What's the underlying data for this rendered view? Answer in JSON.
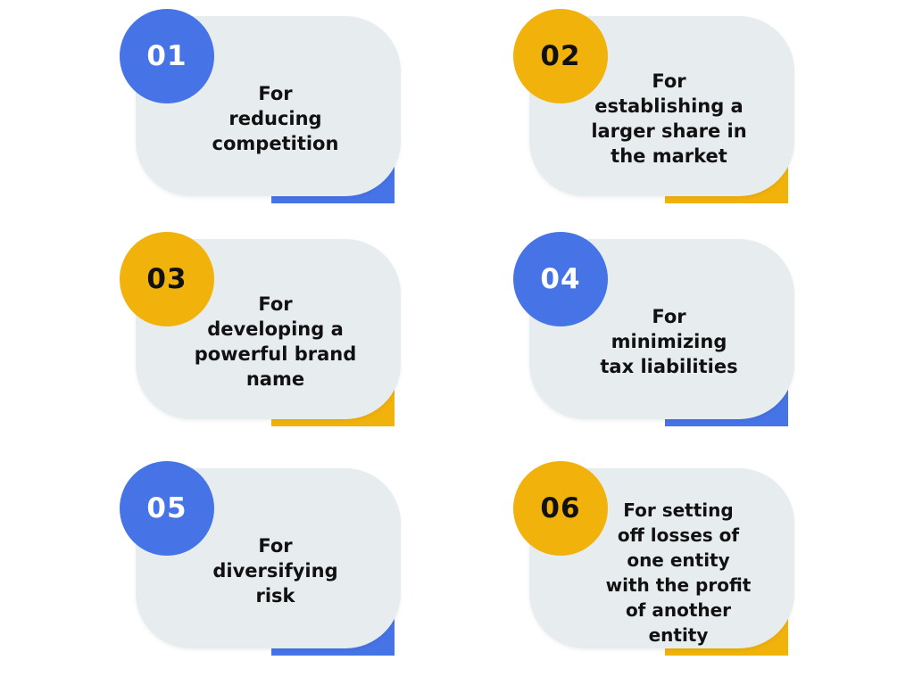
{
  "colors": {
    "blue": "#4674e6",
    "gold": "#f1b20b",
    "panel": "#e7ecef"
  },
  "items": [
    {
      "number": "01",
      "text": "For\nreducing\ncompetition",
      "color": "blue"
    },
    {
      "number": "02",
      "text": "For\nestablishing a\nlarger share in\nthe market",
      "color": "gold"
    },
    {
      "number": "03",
      "text": "For\ndeveloping a\npowerful brand\nname",
      "color": "gold"
    },
    {
      "number": "04",
      "text": "For\nminimizing\ntax liabilities",
      "color": "blue"
    },
    {
      "number": "05",
      "text": "For\ndiversifying\nrisk",
      "color": "blue"
    },
    {
      "number": "06",
      "text": "For setting\noff losses of\none entity\nwith the profit\nof another\nentity",
      "color": "gold"
    }
  ]
}
